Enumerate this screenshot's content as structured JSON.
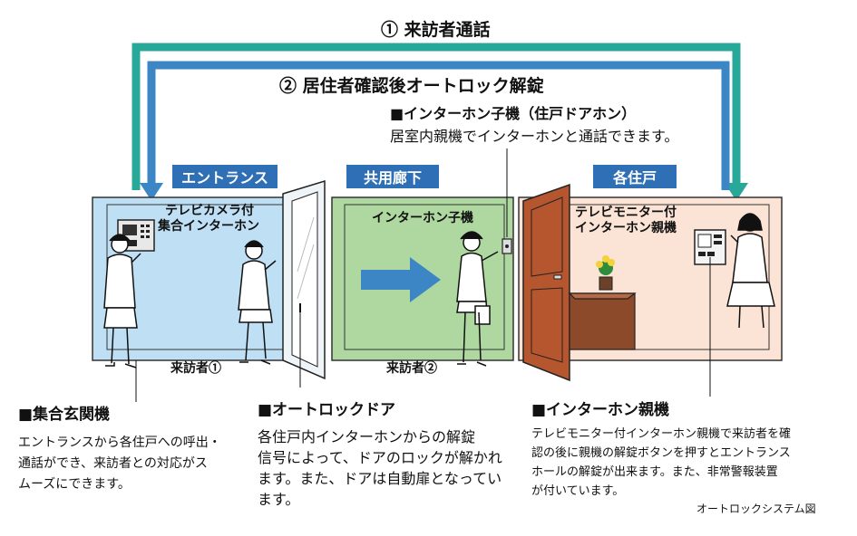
{
  "flows": {
    "call": "① 来訪者通話",
    "unlock": "② 居住者確認後オートロック解錠",
    "teal": "#27a899",
    "blue": "#3d86c6"
  },
  "callouts": {
    "child_unit": {
      "title": "■インターホン子機（住戸ドアホン）",
      "text": "居室内親機でインターホンと通話できます。"
    }
  },
  "areas": [
    {
      "label": "エントランス",
      "fill": "#bfe0f4"
    },
    {
      "label": "共用廊下",
      "fill": "#aed8a0"
    },
    {
      "label": "各住戸",
      "fill": "#fbe3d6"
    }
  ],
  "area_labels": {
    "entrance_panel": [
      "テレビカメラ付",
      "集合インターホン"
    ],
    "corridor_unit": "インターホン子機",
    "home_unit": [
      "テレビモニター付",
      "インターホン親機"
    ],
    "visitor1": "来訪者①",
    "visitor2": "来訪者②"
  },
  "descriptions": {
    "entrance": {
      "title": "■集合玄関機",
      "lines": [
        "エントランスから各住戸への呼出・",
        "通話ができ、来訪者との対応がス",
        "ムーズにできます。"
      ]
    },
    "autolock": {
      "title": "■オートロックドア",
      "lines": [
        "各住戸内インターホンからの解錠",
        "信号によって、ドアのロックが解かれ",
        "ます。また、ドアは自動扉となってい",
        "ます。"
      ]
    },
    "parent": {
      "title": "■インターホン親機",
      "lines": [
        "テレビモニター付インターホン親機で来訪者を確",
        "認の後に親機の解錠ボタンを押すとエントランス",
        "ホールの解錠が出来ます。また、非常警報装置",
        "が付いています。"
      ]
    }
  },
  "caption": "オートロックシステム図"
}
